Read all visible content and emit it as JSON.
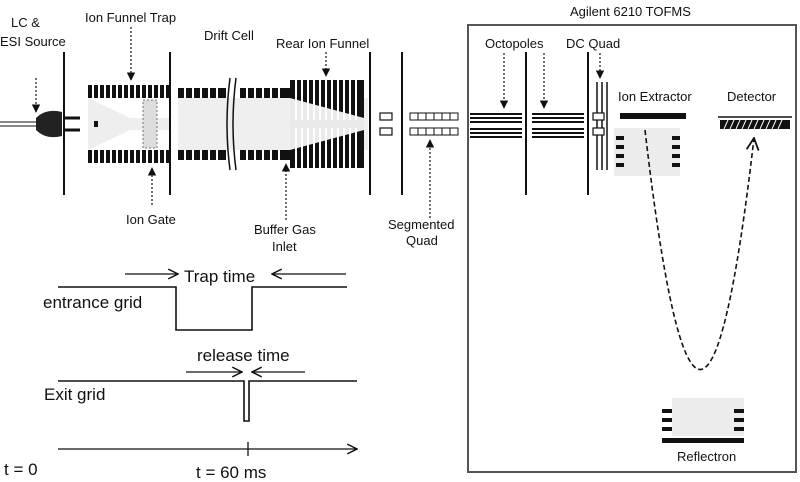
{
  "labels": {
    "lc_esi": [
      "LC &",
      "ESI Source"
    ],
    "ion_funnel_trap": "Ion Funnel Trap",
    "drift_cell": "Drift Cell",
    "rear_ion_funnel": "Rear Ion Funnel",
    "agilent": "Agilent 6210 TOFMS",
    "octopoles": "Octopoles",
    "dc_quad": "DC Quad",
    "ion_extractor": "Ion Extractor",
    "detector": "Detector",
    "ion_gate": "Ion Gate",
    "buffer_gas": [
      "Buffer Gas",
      "Inlet"
    ],
    "segmented_quad": [
      "Segmented",
      "Quad"
    ],
    "reflectron": "Reflectron"
  },
  "timing": {
    "trap_time": "Trap time",
    "entrance_grid": "entrance grid",
    "release_time": "release time",
    "exit_grid": "Exit grid",
    "t0": "t = 0",
    "t60": "t = 60 ms"
  },
  "colors": {
    "stroke": "#111111",
    "cell_fill": "#e9e9e9",
    "box_stroke": "#555555"
  }
}
